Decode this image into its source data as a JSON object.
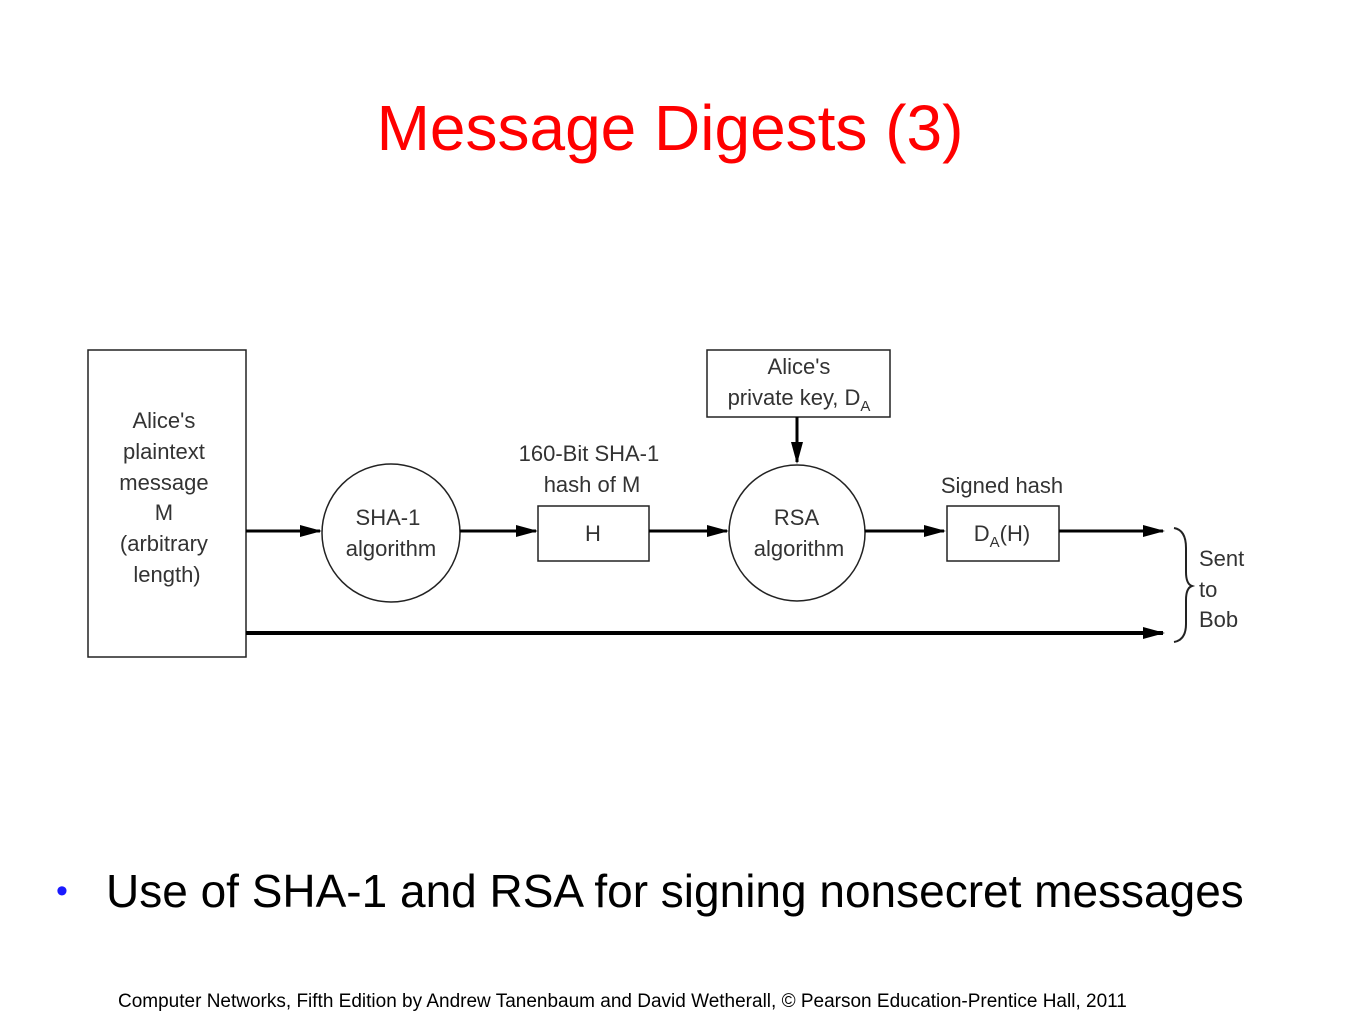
{
  "title": "Message Digests (3)",
  "diagram": {
    "plaintext_box": [
      "Alice's",
      "plaintext",
      "message",
      "M",
      "(arbitrary",
      "length)"
    ],
    "sha1_node": [
      "SHA-1",
      "algorithm"
    ],
    "hash_label": [
      "160-Bit SHA-1",
      "hash of M"
    ],
    "hash_box": "H",
    "key_box": {
      "line1": "Alice's",
      "line2": "private key, D",
      "subscript": "A"
    },
    "rsa_node": [
      "RSA",
      "algorithm"
    ],
    "signed_label": "Signed hash",
    "signed_box": {
      "prefix": "D",
      "subscript": "A",
      "suffix": "(H)"
    },
    "sent_label": [
      "Sent",
      "to",
      "Bob"
    ]
  },
  "bullet": "Use of SHA-1 and RSA for signing nonsecret messages",
  "footer": "Computer Networks, Fifth Edition by Andrew Tanenbaum and David Wetherall, © Pearson Education-Prentice Hall, 2011"
}
